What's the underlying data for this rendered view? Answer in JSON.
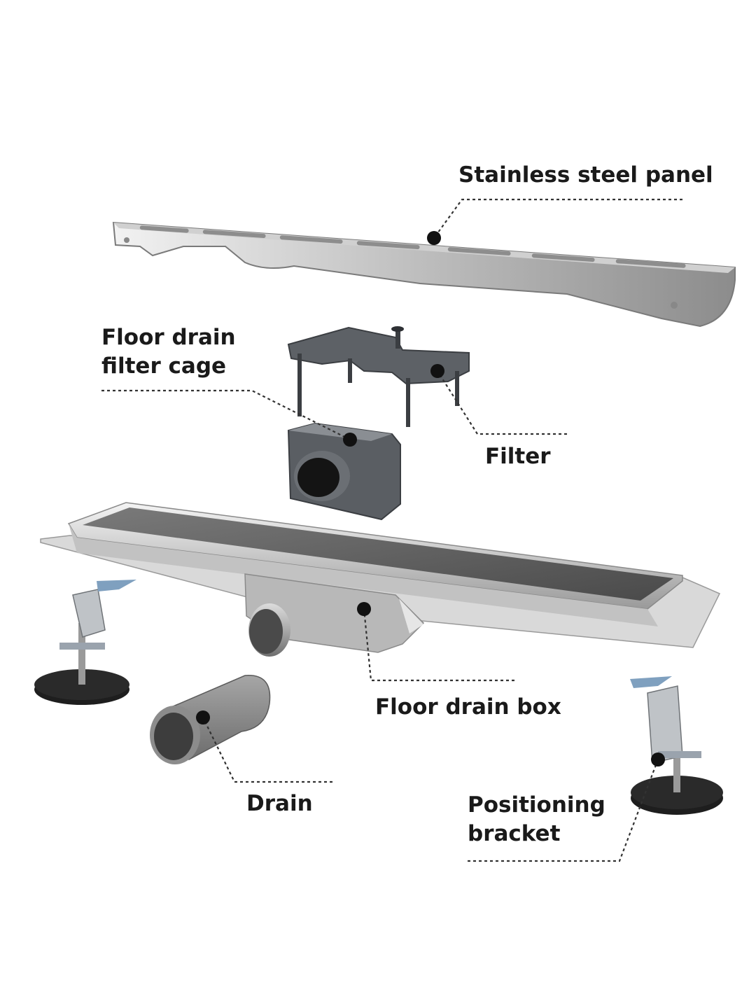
{
  "labels": {
    "panel": "Stainless steel panel",
    "cage_line1": "Floor drain",
    "cage_line2": "filter cage",
    "filter": "Filter",
    "box": "Floor drain box",
    "drain": "Drain",
    "bracket_line1": "Positioning",
    "bracket_line2": "bracket"
  },
  "colors": {
    "text": "#1a1a1a",
    "leader": "#333333",
    "steel_light": "#e6e6e6",
    "steel_dark": "#8a8a8a",
    "plastic": "#5a5e63",
    "rubber": "#1e1e1e"
  }
}
